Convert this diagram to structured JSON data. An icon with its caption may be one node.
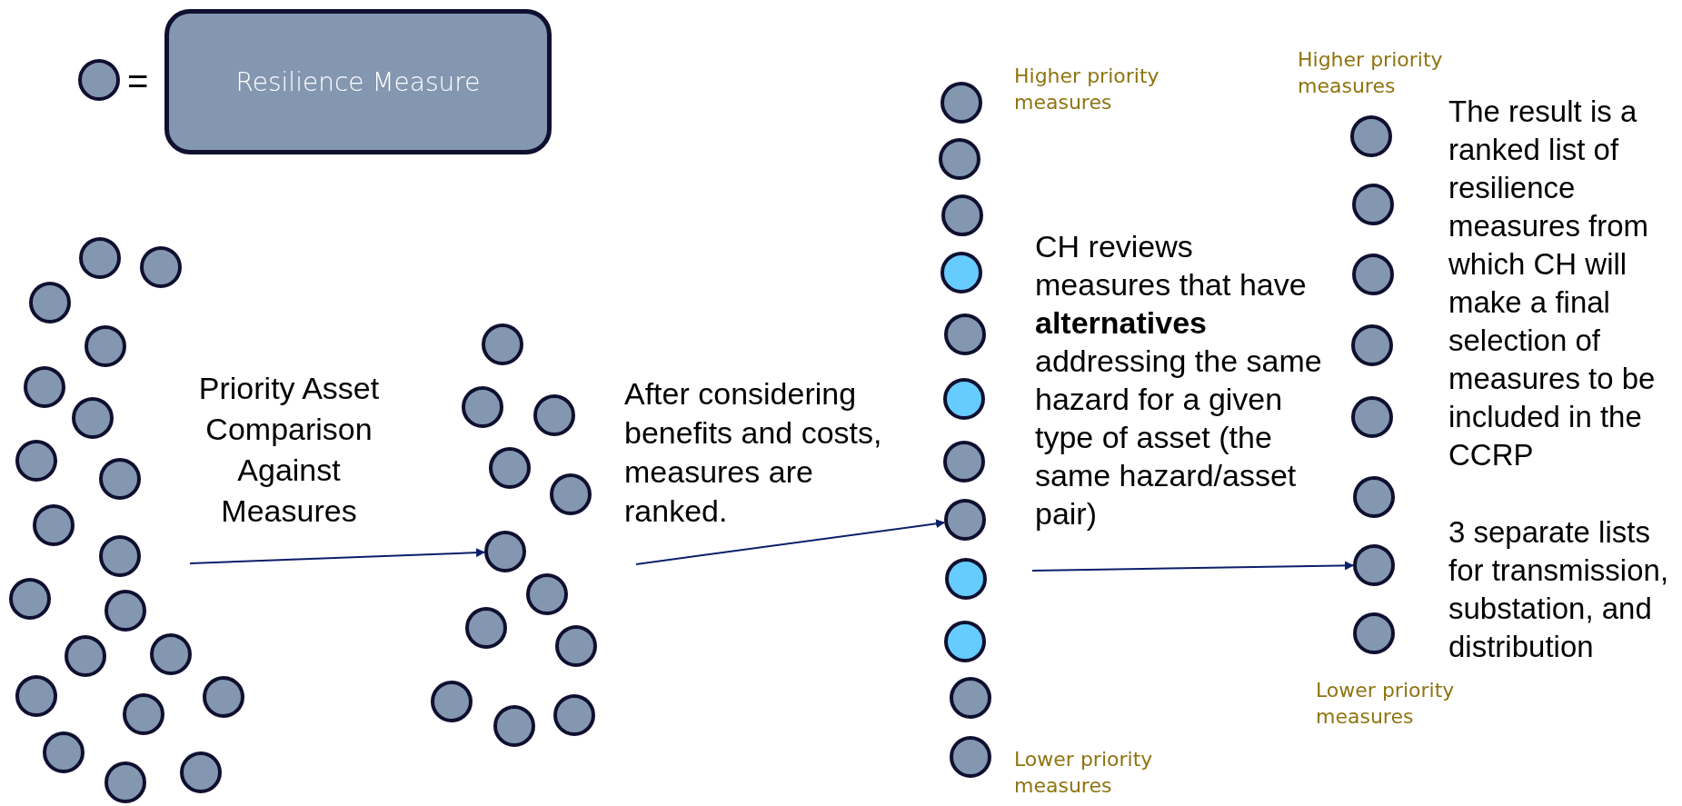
{
  "diagram": {
    "nodes": [
      {
        "text": [],
        "shape": "circle"
      },
      {
        "text": [
          "Resilience Measure"
        ]
      },
      {
        "text": [],
        "shape": "circle"
      },
      {
        "text": [],
        "shape": "circle"
      },
      {
        "text": [],
        "shape": "circle"
      },
      {
        "text": [],
        "shape": "circle"
      },
      {
        "text": [],
        "shape": "circle"
      },
      {
        "text": [],
        "shape": "circle"
      },
      {
        "text": [],
        "shape": "circle"
      },
      {
        "text": [],
        "shape": "circle"
      },
      {
        "text": [],
        "shape": "circle"
      },
      {
        "text": [],
        "shape": "circle"
      },
      {
        "text": [],
        "shape": "circle"
      },
      {
        "text": [],
        "shape": "circle"
      },
      {
        "text": [],
        "shape": "circle"
      },
      {
        "text": [],
        "shape": "circle"
      },
      {
        "text": [],
        "shape": "circle"
      },
      {
        "text": [],
        "shape": "circle"
      },
      {
        "text": [],
        "shape": "circle"
      },
      {
        "text": [],
        "shape": "circle"
      },
      {
        "text": [],
        "shape": "circle"
      },
      {
        "text": [],
        "shape": "circle"
      },
      {
        "text": [],
        "shape": "circle"
      },
      {
        "text": [],
        "shape": "circle"
      },
      {
        "text": [],
        "shape": "circle"
      },
      {
        "text": [],
        "shape": "circle"
      },
      {
        "text": [],
        "shape": "circle"
      },
      {
        "text": [],
        "shape": "circle"
      },
      {
        "text": [],
        "shape": "circle"
      },
      {
        "text": [],
        "shape": "circle"
      },
      {
        "text": [],
        "shape": "circle"
      },
      {
        "text": [],
        "shape": "circle"
      },
      {
        "text": [],
        "shape": "circle"
      },
      {
        "text": [],
        "shape": "circle"
      },
      {
        "text": [],
        "shape": "circle",
        "beside": [
          "Higher priority measures"
        ]
      },
      {
        "text": [],
        "shape": "circle"
      },
      {
        "text": [],
        "shape": "circle"
      },
      {
        "text": [],
        "shape": "circle"
      },
      {
        "text": [],
        "shape": "circle"
      },
      {
        "text": [],
        "shape": "circle"
      },
      {
        "text": [],
        "shape": "circle"
      },
      {
        "text": [],
        "shape": "circle"
      },
      {
        "text": [],
        "shape": "circle"
      },
      {
        "text": [],
        "shape": "circle"
      },
      {
        "text": [],
        "shape": "circle"
      },
      {
        "text": [],
        "shape": "circle",
        "beside": [
          "Lower priority measures"
        ]
      },
      {
        "text": [],
        "shape": "circle",
        "beside": [
          "Higher priority measures"
        ]
      },
      {
        "text": [],
        "shape": "circle"
      },
      {
        "text": [],
        "shape": "circle"
      },
      {
        "text": [],
        "shape": "circle"
      },
      {
        "text": [],
        "shape": "circle"
      },
      {
        "text": [],
        "shape": "circle"
      },
      {
        "text": [],
        "shape": "circle"
      },
      {
        "text": [],
        "shape": "circle",
        "beside": [
          "Lower priority measures"
        ]
      }
    ],
    "edges": [
      {
        "from": null,
        "to": 27,
        "arrow": "to"
      },
      {
        "from": null,
        "to": 41,
        "arrow": "to"
      },
      {
        "from": null,
        "to": 52,
        "arrow": "to"
      }
    ],
    "labels": [
      "=",
      "Priority Asset Comparison Against Measures",
      "After considering benefits and costs, measures are ranked.",
      "CH reviews measures that have **alternatives** addressing the same hazard for a given type of asset (the same hazard/asset pair)",
      "The result is a ranked list of resilience measures from which CH will make a final selection of measures to be included in the CCRP",
      "3 separate lists for transmission, substation, and distribution"
    ]
  }
}
